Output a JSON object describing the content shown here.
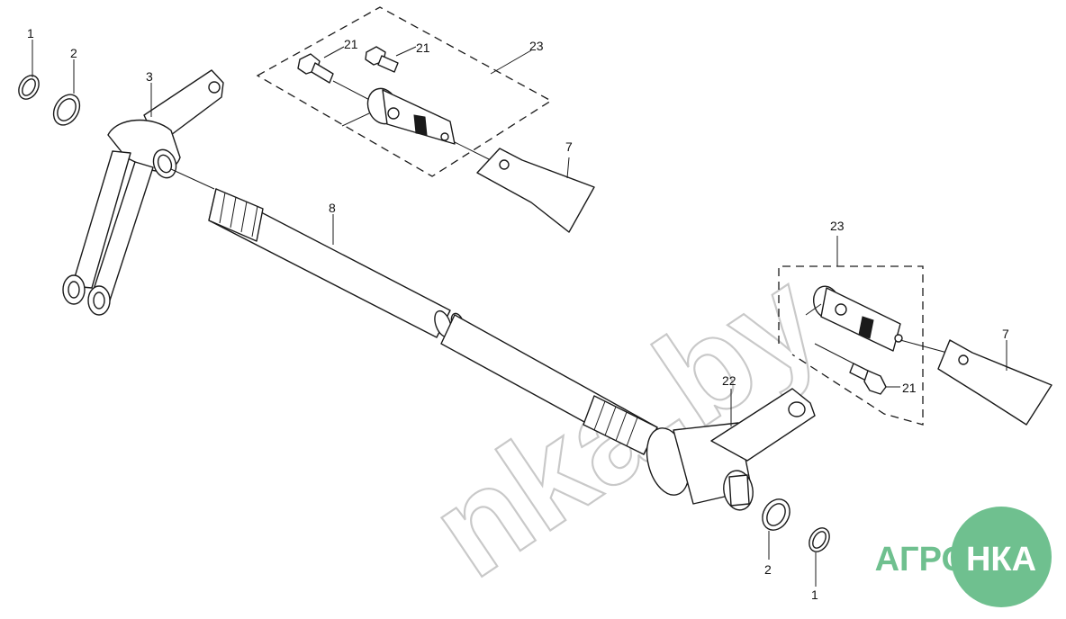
{
  "callouts": {
    "c1_top": "1",
    "c2_top": "2",
    "c3": "3",
    "c21_a": "21",
    "c21_b": "21",
    "c23_top": "23",
    "c7_top": "7",
    "c8": "8",
    "c23_right": "23",
    "c7_right": "7",
    "c22": "22",
    "c21_right": "21",
    "c2_bottom": "2",
    "c1_bottom": "1"
  },
  "watermark": {
    "text": "nka.by"
  },
  "logo": {
    "left": "АГРО",
    "right": "НКА",
    "circle_color": "#6fc08f"
  }
}
